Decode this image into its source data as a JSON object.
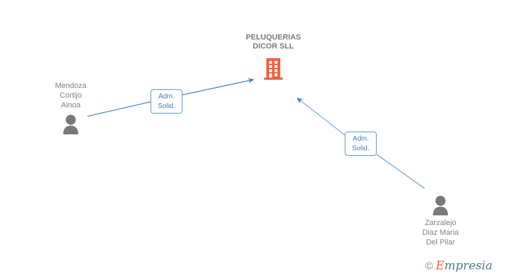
{
  "diagram": {
    "type": "entity-relationship-graph",
    "background_color": "#ffffff",
    "company": {
      "name": "PELUQUERIAS\nDICOR SLL",
      "icon": "building-icon",
      "icon_color": "#f4603e"
    },
    "people": [
      {
        "id": "person-left",
        "name": "Mendoza\nCortijo\nAinoa",
        "icon": "person-icon",
        "icon_color": "#787878",
        "label_position": "above-icon"
      },
      {
        "id": "person-right",
        "name": "Zarzalejo\nDiaz Maria\nDel Pilar",
        "icon": "person-icon",
        "icon_color": "#787878",
        "label_position": "below-icon"
      }
    ],
    "relations": [
      {
        "id": "rel-left",
        "label": "Adm.\nSolid.",
        "from": "person-left",
        "to": "company",
        "color": "#4a86c8"
      },
      {
        "id": "rel-right",
        "label": "Adm.\nSolid.",
        "from": "person-right",
        "to": "company",
        "color": "#4a86c8"
      }
    ],
    "watermark": {
      "copyright_symbol": "©",
      "brand_initial": "E",
      "brand_rest": "mpresia",
      "initial_color": "#f0662c",
      "text_color": "#4f7b86"
    }
  }
}
